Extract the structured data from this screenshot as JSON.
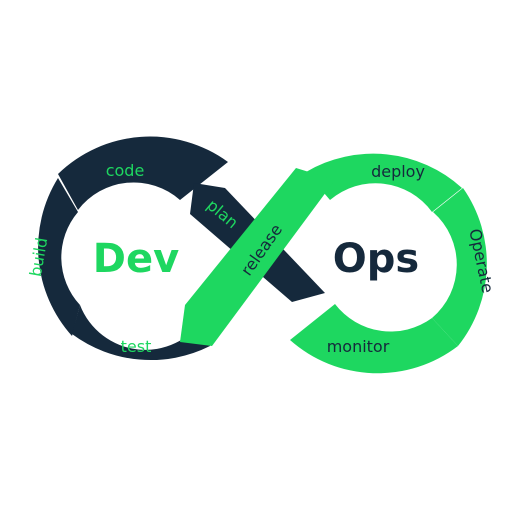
{
  "colors": {
    "navy": "#15293c",
    "green": "#1ed760",
    "background": "#ffffff"
  },
  "center": {
    "left": "Dev",
    "right": "Ops"
  },
  "stages": {
    "code": "code",
    "build": "build",
    "test": "test",
    "plan": "plan",
    "release": "release",
    "deploy": "deploy",
    "operate": "Operate",
    "monitor": "monitor"
  }
}
